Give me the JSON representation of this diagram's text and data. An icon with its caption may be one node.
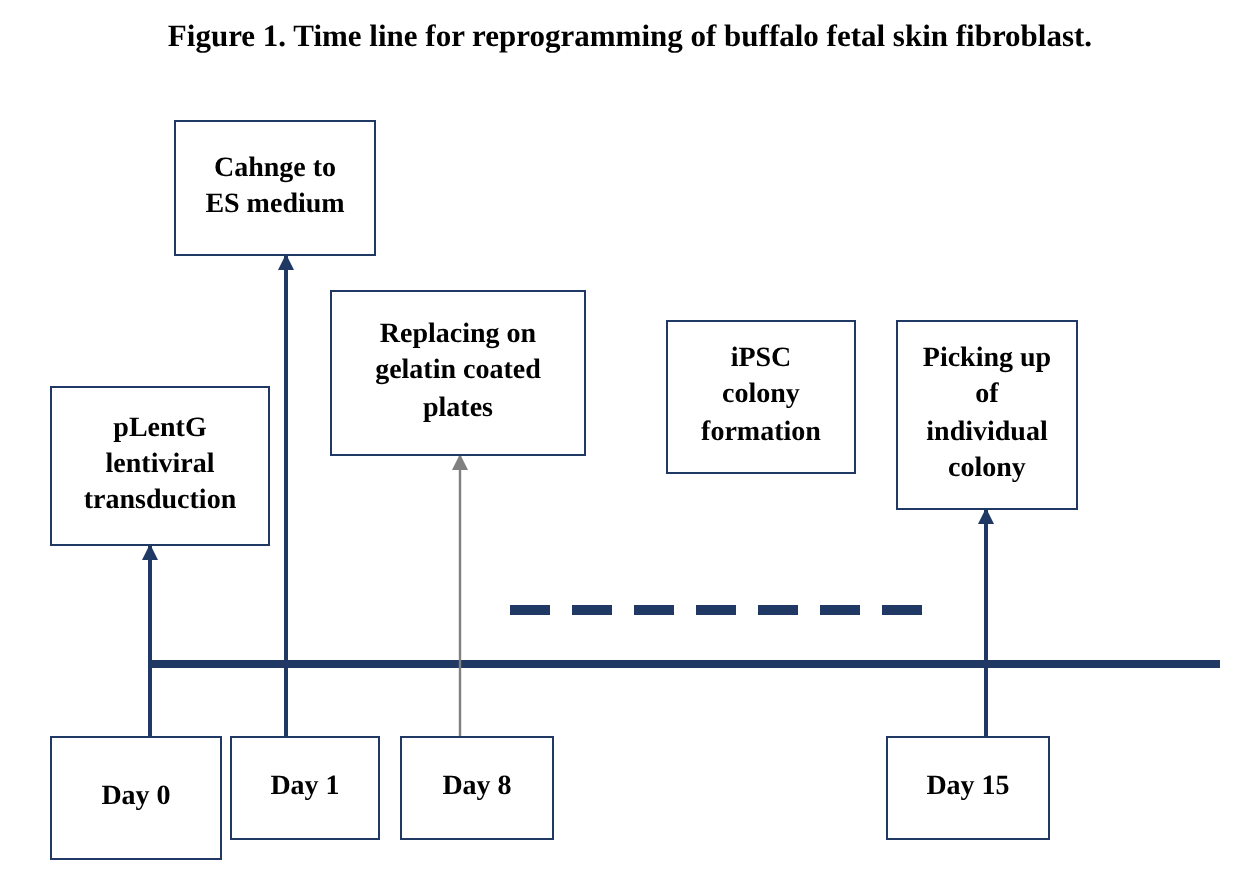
{
  "diagram": {
    "title": "Figure 1. Time line for reprogramming of buffalo fetal skin fibroblast.",
    "nodes": [
      {
        "text": [
          "pLentG lentiviral transduction"
        ]
      },
      {
        "text": [
          "Cahnge to ES medium"
        ]
      },
      {
        "text": [
          "Replacing on gelatin coated plates"
        ]
      },
      {
        "text": [
          "iPSC colony formation"
        ]
      },
      {
        "text": [
          "Picking up of individual colony"
        ]
      },
      {
        "text": [
          "Day 0"
        ]
      },
      {
        "text": [
          "Day 1"
        ]
      },
      {
        "text": [
          "Day 8"
        ]
      },
      {
        "text": [
          "Day 15"
        ]
      }
    ],
    "edges": [
      {
        "from": 5,
        "to": 0,
        "arrow": "to"
      },
      {
        "from": 6,
        "to": 1,
        "arrow": "to"
      },
      {
        "from": 7,
        "to": 2,
        "arrow": "to",
        "color": "#808080"
      },
      {
        "from": 8,
        "to": 4,
        "arrow": "to"
      }
    ]
  }
}
